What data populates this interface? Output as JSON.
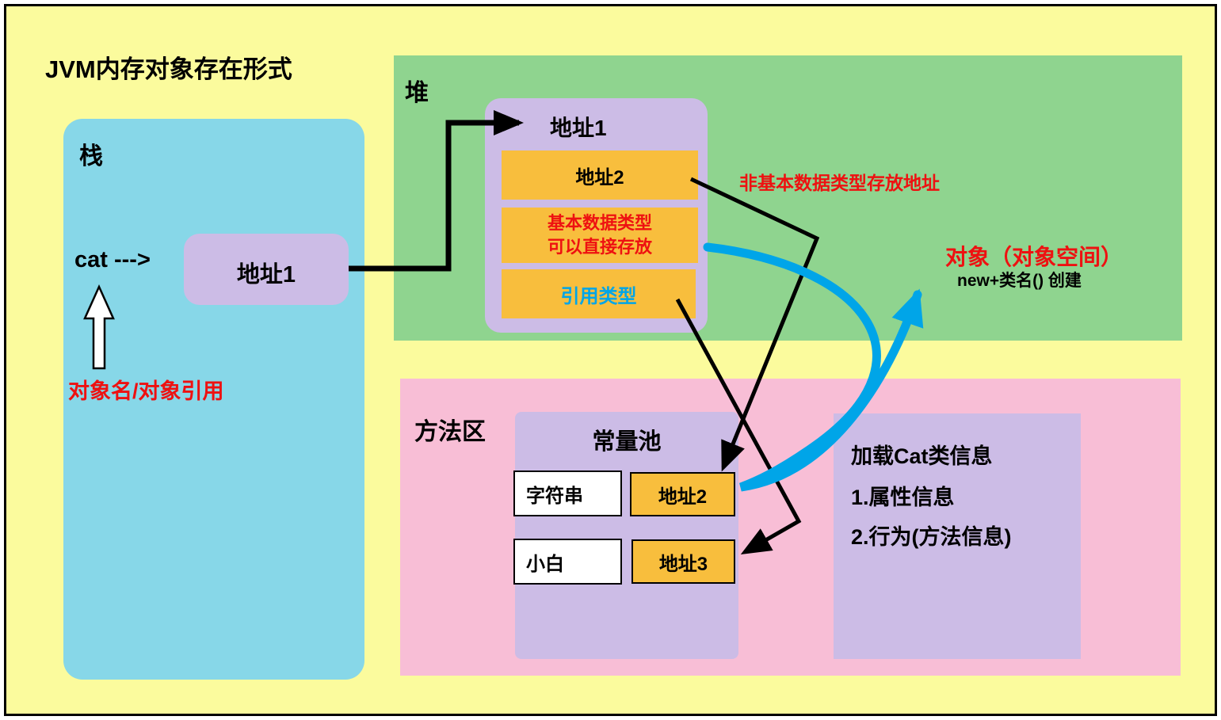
{
  "title": "JVM内存对象存在形式",
  "stack": {
    "label": "栈",
    "cat_label": "cat --->",
    "address_box": "地址1",
    "ref_note": "对象名/对象引用"
  },
  "heap": {
    "label": "堆",
    "object_box": {
      "title": "地址1",
      "row1": "地址2",
      "row2_line1": "基本数据类型",
      "row2_line2": "可以直接存放",
      "row3": "引用类型"
    },
    "note": "非基本数据类型存放地址"
  },
  "object_label": {
    "title": "对象（对象空间）",
    "subtitle": "new+类名() 创建"
  },
  "method_area": {
    "label": "方法区",
    "constant_pool": {
      "title": "常量池",
      "rows": [
        {
          "name": "字符串",
          "address": "地址2"
        },
        {
          "name": "小白",
          "address": "地址3"
        }
      ]
    },
    "class_info": {
      "title": "加载Cat类信息",
      "line1": "1.属性信息",
      "line2": "2.行为(方法信息)"
    }
  },
  "colors": {
    "background": "#FBFB9D",
    "stack": "#87D7E8",
    "heap": "#8FD48F",
    "method_area": "#F8BED6",
    "address_purple": "#CCBCE6",
    "orange": "#F8BE3D",
    "highlight_red": "#EE1111",
    "arrow_blue": "#00A5E8"
  }
}
